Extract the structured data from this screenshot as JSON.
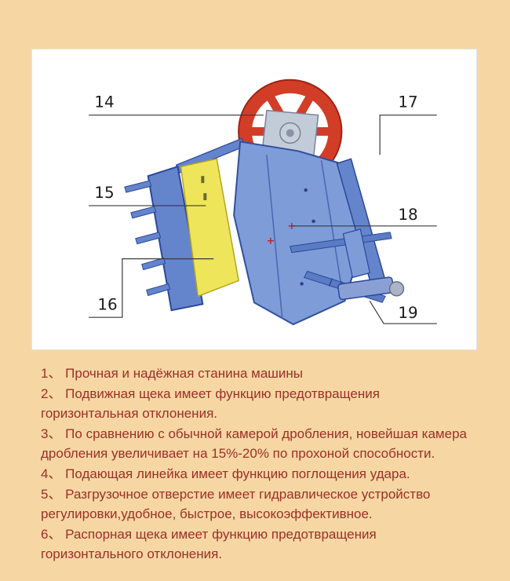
{
  "page": {
    "background_color": "#f6d7a3"
  },
  "diagram": {
    "panel_background": "#ffffff",
    "labels": [
      "14",
      "15",
      "16",
      "17",
      "18",
      "19"
    ],
    "colors": {
      "flywheel_red": "#d23d28",
      "flywheel_rim_dark": "#9e2414",
      "body_blue": "#7e9cd8",
      "frame_blue": "#6484cc",
      "outline_blue": "#2a4898",
      "jaw_plate_yellow": "#efe55a",
      "jaw_plate_outline": "#b5a41e",
      "hub_gray": "#c8d0dc",
      "marker_red": "#cc2020",
      "leader_line": "#3a3a3a"
    }
  },
  "features": {
    "text_color": "#9c2f28",
    "items": [
      "1、 Прочная и надёжная станина машины",
      "2、 Подвижная щека имеет функцию предотвращения горизонтальная отклонения.",
      "3、 По сравнению с обычной камерой дробления, новейшая камера дробления увеличивает на 15%-20% по прохоной способности.",
      "4、 Подающая линейка имеет функцию поглощения удара.",
      "5、 Разгрузочное отверстие имеет гидравлическое устройство регулировки,удобное, быстрое, высокоэффективное.",
      "6、 Распорная щека имеет функцию предотвращения горизонтального отклонения."
    ]
  }
}
